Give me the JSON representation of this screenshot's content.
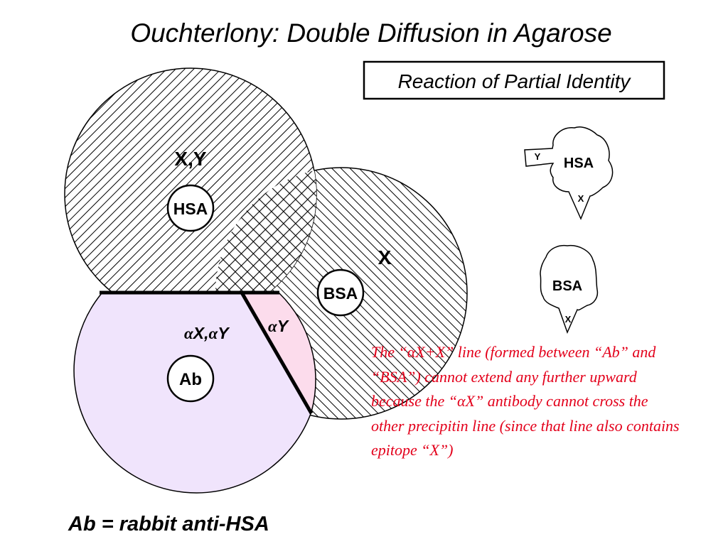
{
  "title": "Ouchterlony: Double Diffusion in Agarose",
  "subtitle_box": "Reaction of Partial Identity",
  "wells": {
    "hsa": "HSA",
    "bsa": "BSA",
    "ab": "Ab"
  },
  "region_labels": {
    "hsa_zone": "X,Y",
    "bsa_zone": "X",
    "ab_zone_alpha": "α",
    "ab_zone_x": "X,",
    "ab_zone_alpha2": "α",
    "ab_zone_y": "Y",
    "spur_alpha": "α",
    "spur_y": "Y"
  },
  "antigen_icons": {
    "hsa_name": "HSA",
    "hsa_epitope_y": "Y",
    "hsa_epitope_x": "X",
    "bsa_name": "BSA",
    "bsa_epitope_x": "X"
  },
  "note": "The “αX+X” line (formed between “Ab” and “BSA”) cannot extend any further upward because the “αX” antibody cannot cross the other precipitin line (since that line also contains epitope “X”)",
  "footer": "Ab = rabbit anti-HSA",
  "colors": {
    "ab_zone_fill": "#f0e4fc",
    "spur_fill": "#fcdcec",
    "note_text": "#e3001b",
    "line": "#000000"
  }
}
